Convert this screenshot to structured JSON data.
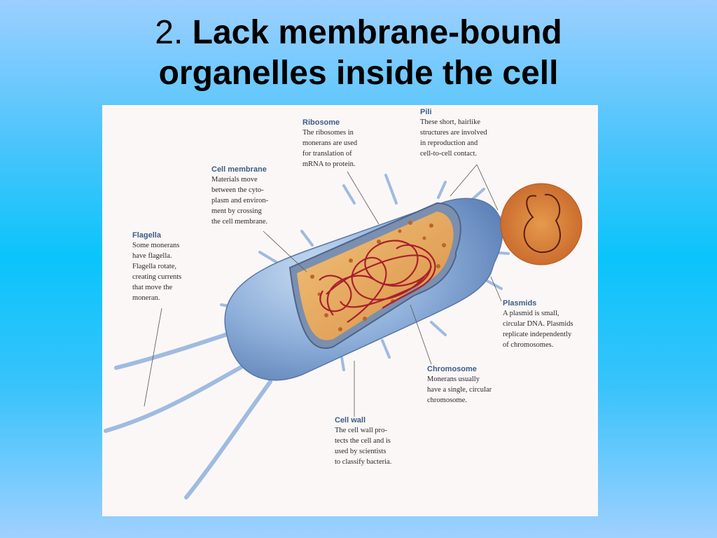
{
  "title": {
    "number": "2.",
    "text_line1": "Lack membrane-bound",
    "text_line2": "organelles inside the cell"
  },
  "callouts": {
    "ribosome": {
      "heading": "Ribosome",
      "lines": [
        "The ribosomes in",
        "monerans are used",
        "for translation of",
        "mRNA to protein."
      ]
    },
    "pili": {
      "heading": "Pili",
      "lines": [
        "These short, hairlike",
        "structures are involved",
        "in reproduction and",
        "cell-to-cell contact."
      ]
    },
    "cell_membrane": {
      "heading": "Cell membrane",
      "lines": [
        "Materials move",
        "between the cyto-",
        "plasm and environ-",
        "ment by crossing",
        "the cell membrane."
      ]
    },
    "flagella": {
      "heading": "Flagella",
      "lines": [
        "Some monerans",
        "have flagella.",
        "Flagella rotate,",
        "creating currents",
        "that move the",
        "moneran."
      ]
    },
    "plasmids": {
      "heading": "Plasmids",
      "lines": [
        "A plasmid is small,",
        "circular DNA. Plasmids",
        "replicate independently",
        "of chromosomes."
      ]
    },
    "chromosome": {
      "heading": "Chromosome",
      "lines": [
        "Monerans usually",
        "have a single, circular",
        "chromosome."
      ]
    },
    "cell_wall": {
      "heading": "Cell wall",
      "lines": [
        "The cell wall pro-",
        "tects the cell and is",
        "used by scientists",
        "to classify bacteria."
      ]
    }
  },
  "colors": {
    "background_top": "#9ccfff",
    "background_mid": "#0ac4fb",
    "cell_body": "#8fb0da",
    "cytoplasm": "#e5a85c",
    "chromosome": "#a8202c",
    "label_heading": "#3d5d86"
  }
}
